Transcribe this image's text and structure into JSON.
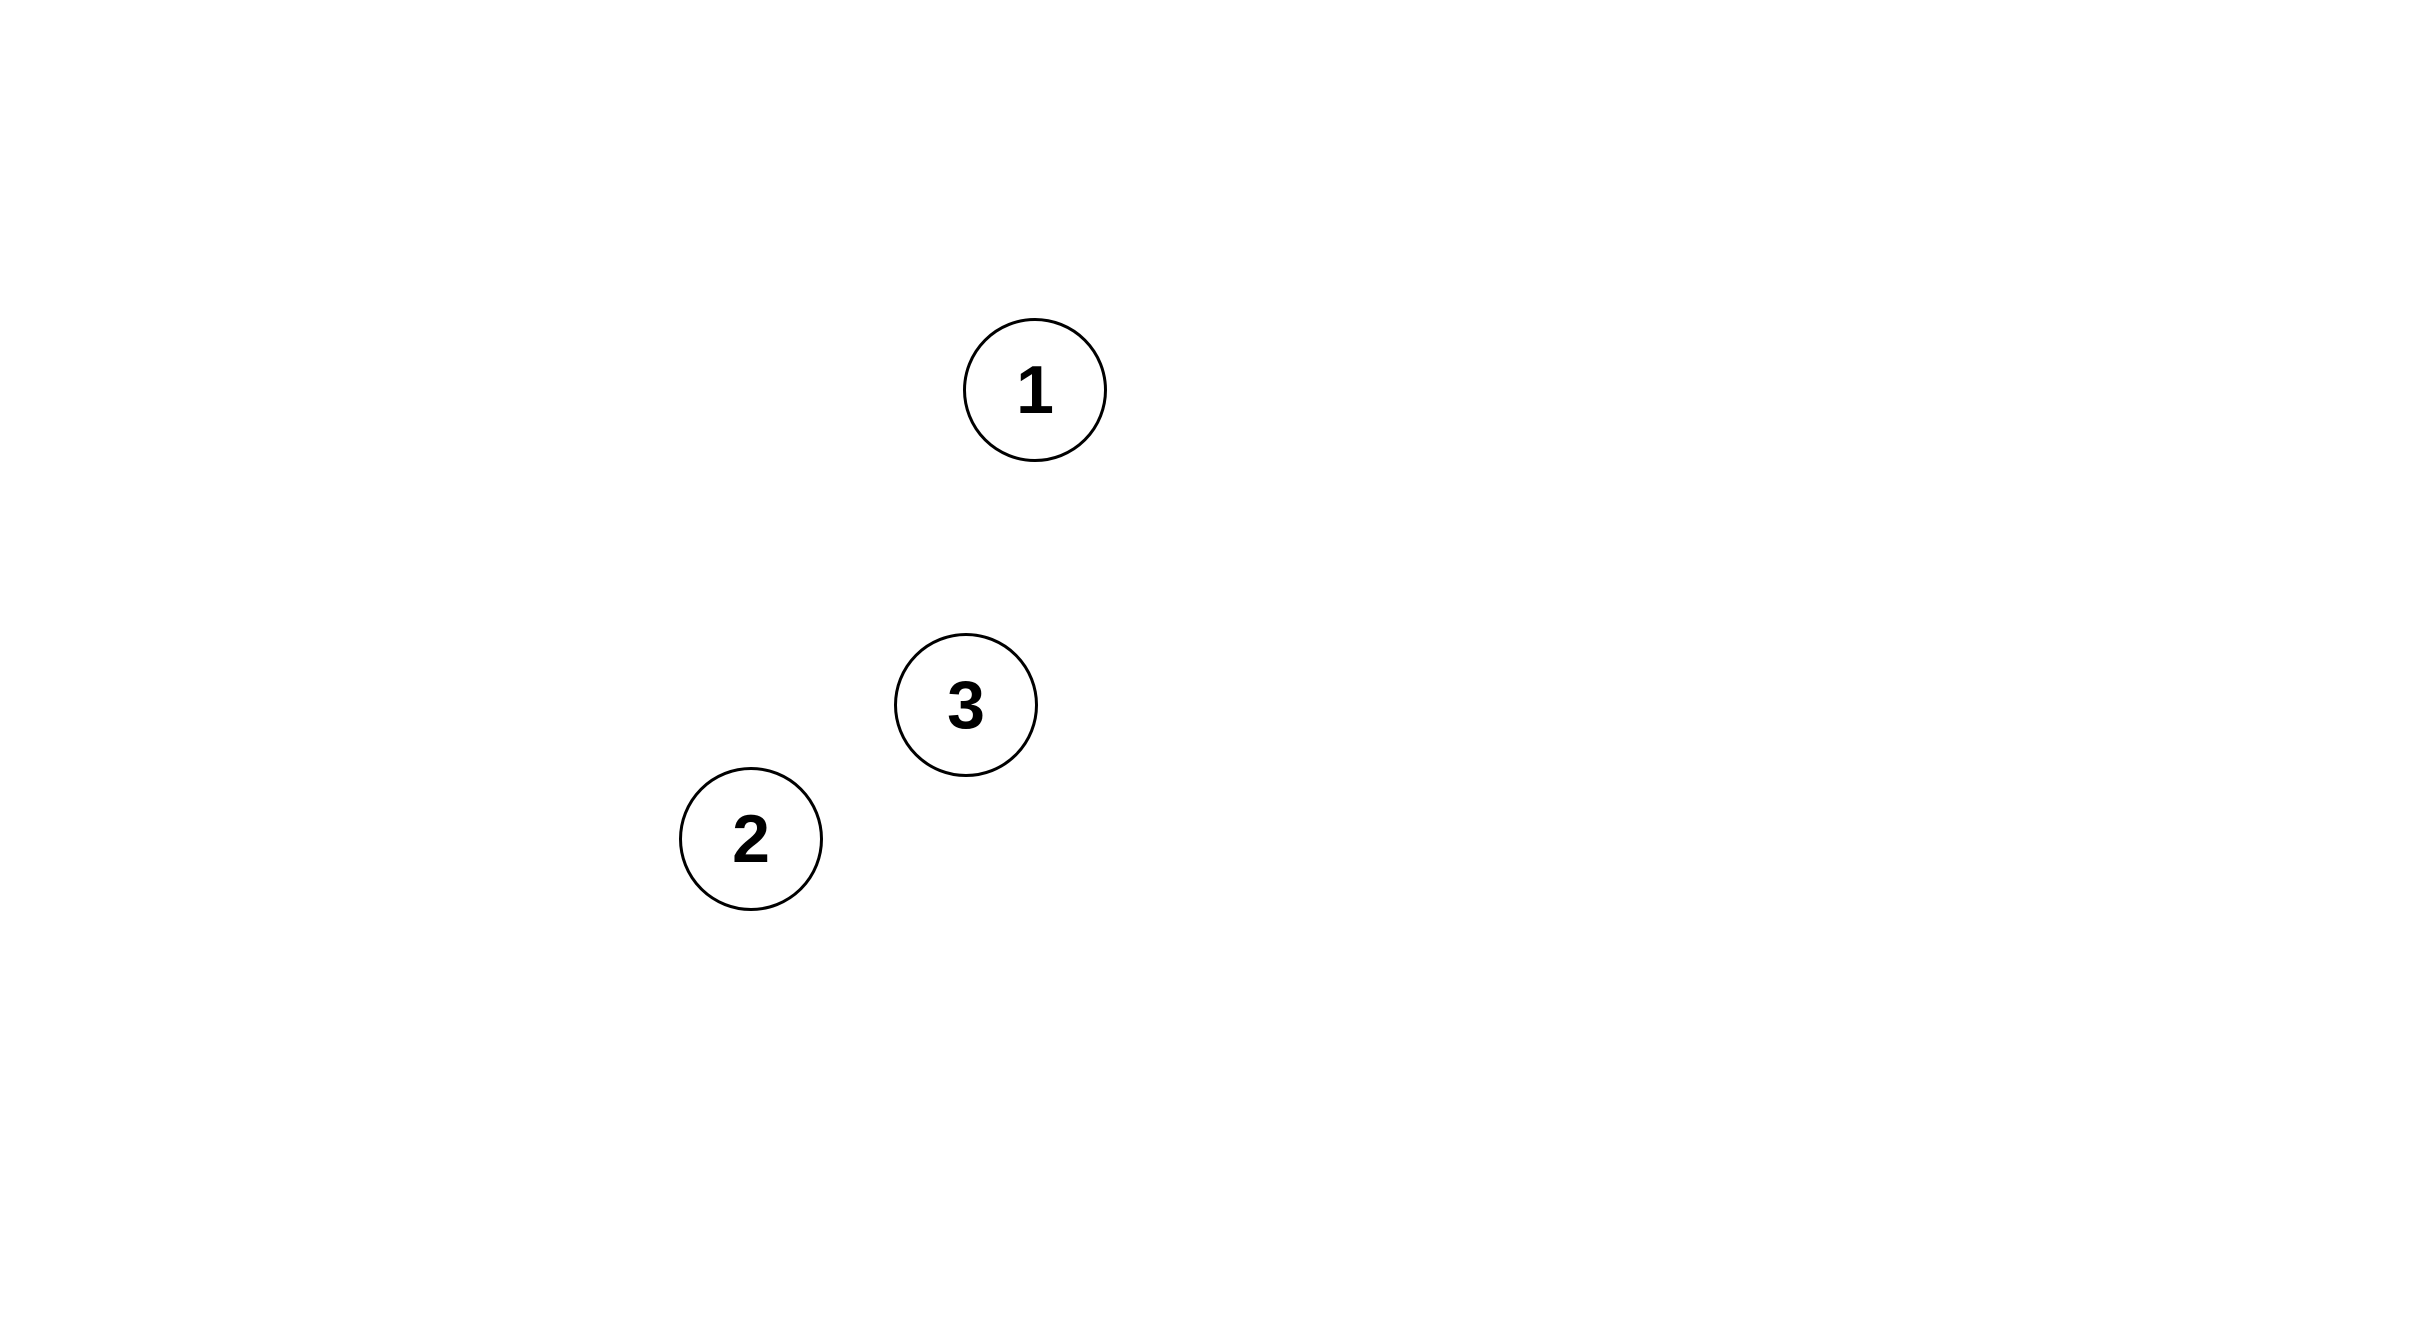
{
  "nodes": [
    {
      "label": "1"
    },
    {
      "label": "2"
    },
    {
      "label": "3"
    }
  ]
}
